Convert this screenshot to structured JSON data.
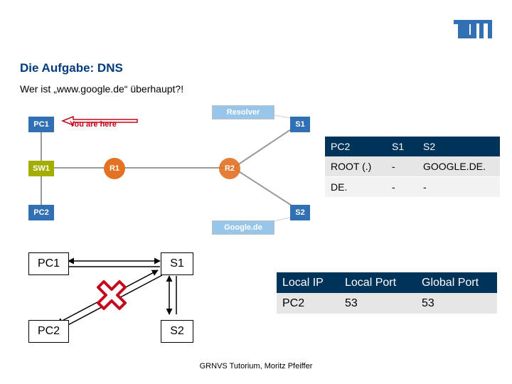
{
  "header": {
    "title": "Die Aufgabe: DNS",
    "subtitle": "Wer ist „www.google.de“ überhaupt?!"
  },
  "logo": {
    "name": "tum-logo",
    "color": "#3070b3"
  },
  "network": {
    "nodes": {
      "pc1": "PC1",
      "pc2": "PC2",
      "sw1": "SW1",
      "r1": "R1",
      "r2": "R2",
      "s1": "S1",
      "s2": "S2",
      "resolver": "Resolver",
      "google": "Google.de"
    },
    "you_are_here": "You are here"
  },
  "dns_table": {
    "headers": [
      "PC2",
      "S1",
      "S2"
    ],
    "rows": [
      [
        "ROOT (.)",
        "-",
        "GOOGLE.DE."
      ],
      [
        "DE.",
        "-",
        "-"
      ]
    ]
  },
  "nat_diagram": {
    "pc1": "PC1",
    "pc2": "PC2",
    "s1": "S1",
    "s2": "S2"
  },
  "nat_table": {
    "headers": [
      "Local IP",
      "Local Port",
      "Global Port"
    ],
    "rows": [
      [
        "PC2",
        "53",
        "53"
      ]
    ]
  },
  "footer": "GRNVS Tutorium, Moritz Pfeiffer",
  "colors": {
    "title": "#003c7d",
    "table_header": "#003359",
    "cross": "#c4071b"
  }
}
